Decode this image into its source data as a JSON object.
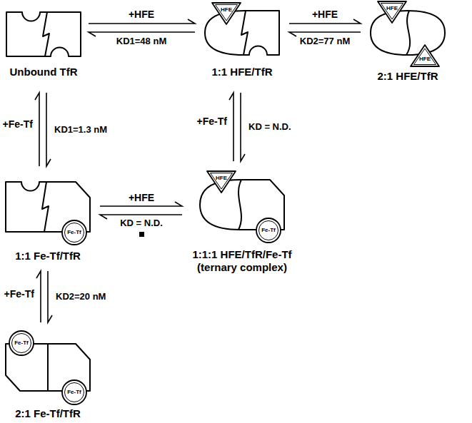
{
  "diagram": {
    "nodes": [
      {
        "text": [
          "Unbound TfR"
        ]
      },
      {
        "text": [
          "1:1 HFE/TfR"
        ]
      },
      {
        "text": [
          "HFE"
        ],
        "in": 1
      },
      {
        "text": [
          "2:1 HFE/TfR"
        ]
      },
      {
        "text": [
          "HFE"
        ],
        "in": 3
      },
      {
        "text": [
          "HFE"
        ],
        "in": 3
      },
      {
        "text": [
          "1:1 Fe-Tf/TfR"
        ]
      },
      {
        "text": [
          "Fe-Tf"
        ],
        "in": 6
      },
      {
        "text": [
          "1:1:1 HFE/TfR/Fe-Tf (ternary complex)"
        ]
      },
      {
        "text": [
          "HFE"
        ],
        "in": 8
      },
      {
        "text": [
          "Fe-Tf"
        ],
        "in": 8
      },
      {
        "text": [
          "2:1 Fe-Tf/TfR"
        ]
      },
      {
        "text": [
          "Fe-Tf"
        ],
        "in": 11
      },
      {
        "text": [
          "Fe-Tf"
        ],
        "in": 11
      }
    ],
    "edges": [
      {
        "from": 0,
        "to": 1,
        "arrow": "both",
        "label": "+HFE"
      },
      {
        "from": 1,
        "to": 3,
        "arrow": "both",
        "label": "+HFE"
      },
      {
        "from": 0,
        "to": 6,
        "arrow": "both",
        "label": "+Fe-Tf"
      },
      {
        "from": 1,
        "to": 8,
        "arrow": "both",
        "label": "+Fe-Tf"
      },
      {
        "from": 6,
        "to": 8,
        "arrow": "both",
        "label": "+HFE"
      },
      {
        "from": 6,
        "to": 11,
        "arrow": "both",
        "label": "+Fe-Tf"
      }
    ],
    "labels": [
      "KD1=48 nM",
      "KD2=77 nM",
      "KD1=1.3 nM",
      "KD = N.D.",
      "KD = N.D.",
      "KD2=20 nM"
    ]
  }
}
